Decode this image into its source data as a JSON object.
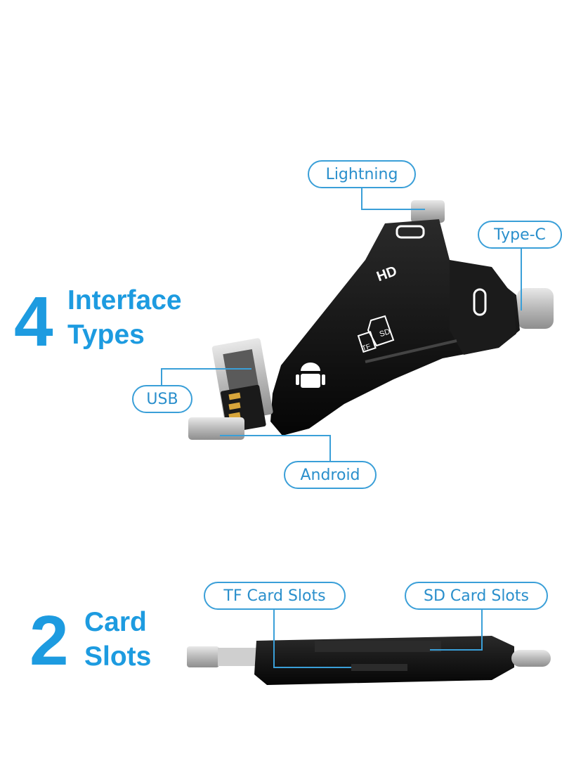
{
  "section1": {
    "number": "4",
    "title_line1": "Interface",
    "title_line2": "Types"
  },
  "section2": {
    "number": "2",
    "title_line1": "Card",
    "title_line2": "Slots"
  },
  "callouts": {
    "lightning": "Lightning",
    "typec": "Type-C",
    "usb": "USB",
    "android": "Android",
    "tf_slots": "TF Card Slots",
    "sd_slots": "SD Card Slots"
  },
  "device_marks": {
    "hd": "HD",
    "tf": "TF",
    "sd": "SD"
  },
  "colors": {
    "accent": "#1d9be0",
    "callout_border": "#3a9fd8",
    "device_body": "#121212"
  }
}
